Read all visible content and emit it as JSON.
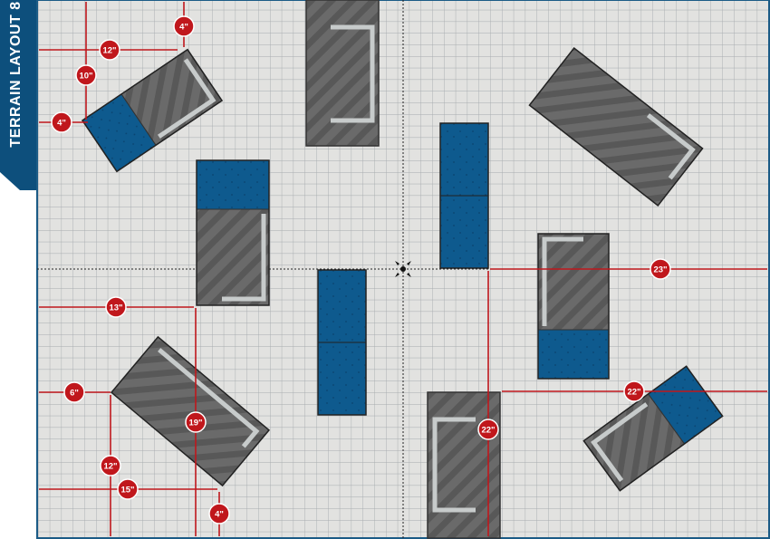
{
  "title": "TERRAIN LAYOUT 8",
  "colors": {
    "board": "#e2e2e0",
    "grid": "#a7abae",
    "border": "#1b5b86",
    "tab": "#0d4f7c",
    "ruin": "#6a6a6a",
    "ruin_stripe": "#565656",
    "ruin_wall": "#c7cbcb",
    "water": "#0e5a8e",
    "measure": "#c0171c"
  },
  "measurements": [
    {
      "id": "m-4a",
      "label": "4\""
    },
    {
      "id": "m-12a",
      "label": "12\""
    },
    {
      "id": "m-10",
      "label": "10\""
    },
    {
      "id": "m-4b",
      "label": "4\""
    },
    {
      "id": "m-13",
      "label": "13\""
    },
    {
      "id": "m-6",
      "label": "6\""
    },
    {
      "id": "m-19",
      "label": "19\""
    },
    {
      "id": "m-12b",
      "label": "12\""
    },
    {
      "id": "m-15",
      "label": "15\""
    },
    {
      "id": "m-4c",
      "label": "4\""
    },
    {
      "id": "m-23",
      "label": "23\""
    },
    {
      "id": "m-22a",
      "label": "22\""
    },
    {
      "id": "m-22b",
      "label": "22\""
    }
  ]
}
